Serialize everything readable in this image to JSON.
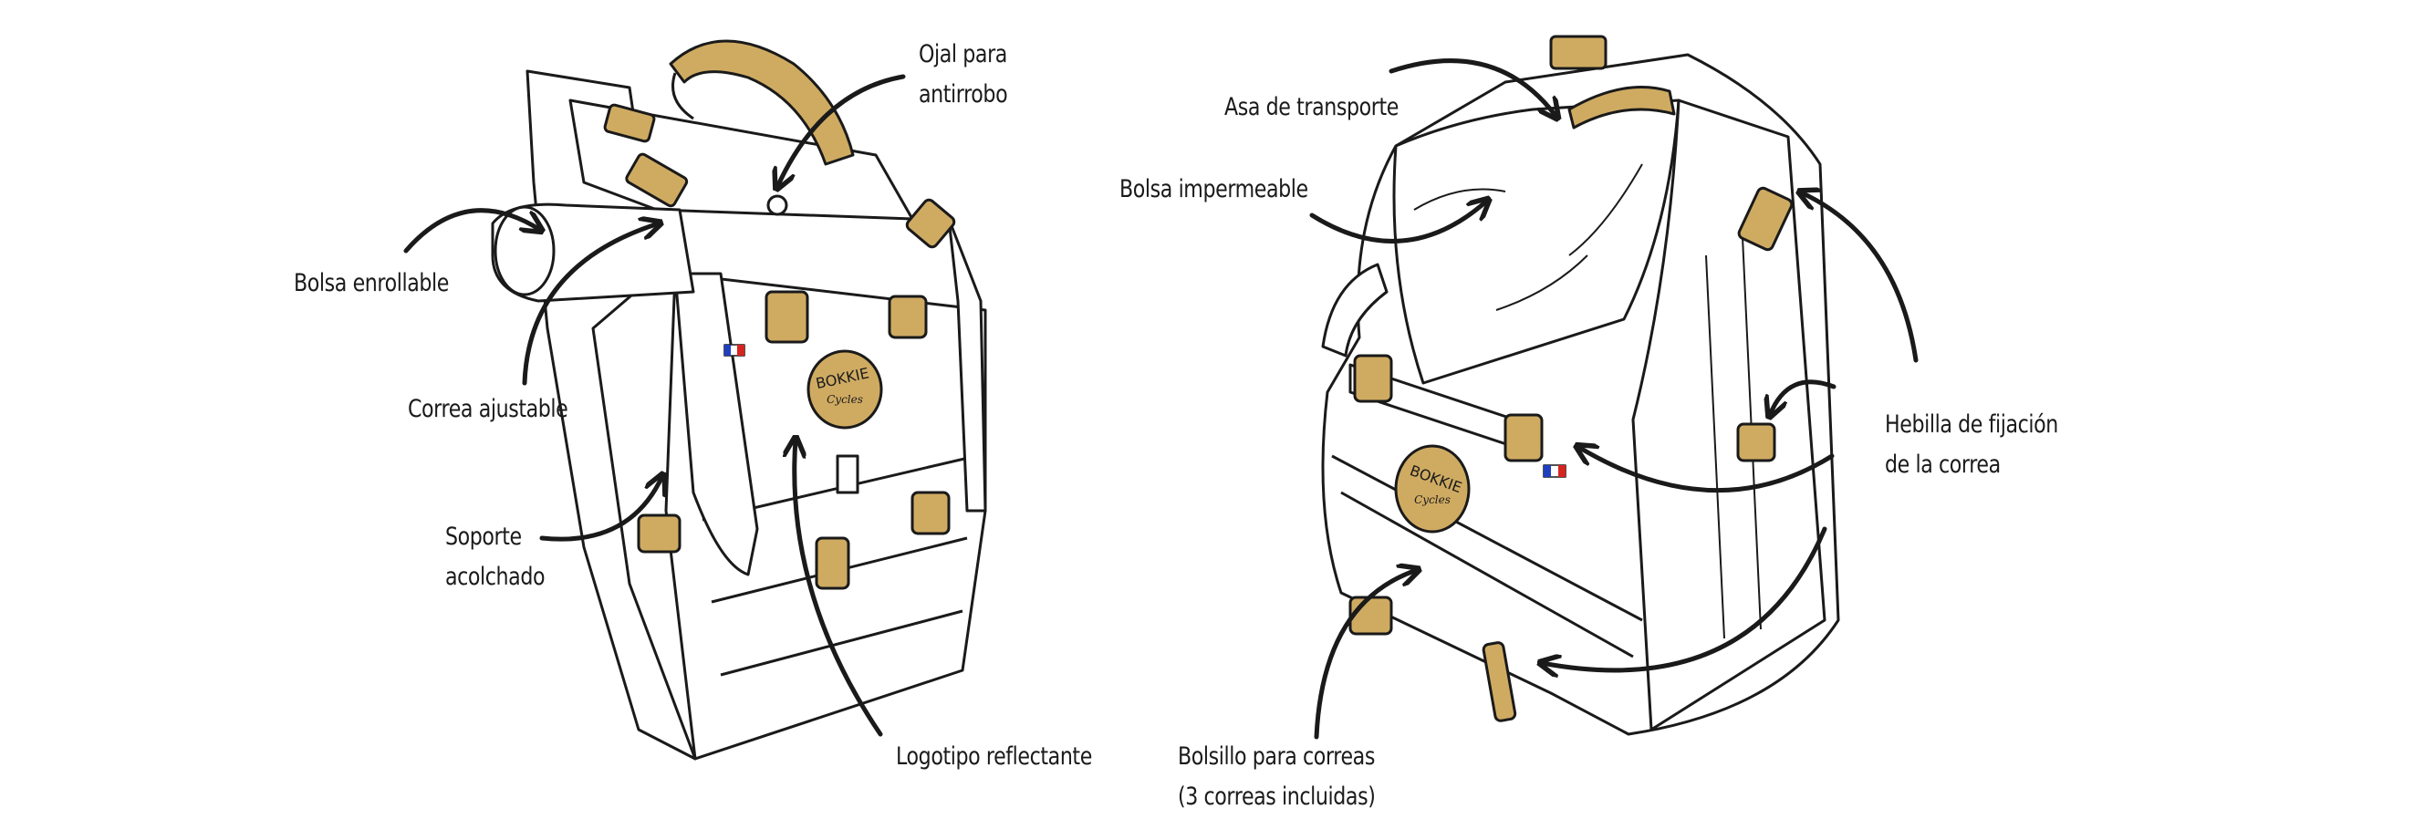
{
  "colors": {
    "outline": "#1a1a1a",
    "tan": "#cfab62",
    "fill": "#ffffff",
    "flag_blue": "#1f3fbf",
    "flag_red": "#d6241f"
  },
  "logo": {
    "brand": "BOKKIE",
    "sub": "Cycles"
  },
  "labels": {
    "ojal": [
      "Ojal para",
      "antirrobo"
    ],
    "asa": "Asa de transporte",
    "bolsa_impermeable": "Bolsa impermeable",
    "bolsa_enrollable": "Bolsa enrollable",
    "correa_ajustable": "Correa ajustable",
    "soporte": [
      "Soporte",
      "acolchado"
    ],
    "logotipo": "Logotipo reflectante",
    "bolsillo": [
      "Bolsillo para correas",
      "(3 correas incluidas)"
    ],
    "hebilla": [
      "Hebilla de fijación",
      "de la correa"
    ]
  }
}
